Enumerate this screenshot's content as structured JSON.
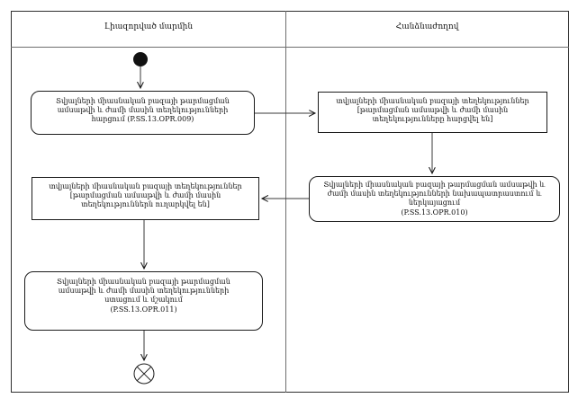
{
  "diagram": {
    "type": "activity-swimlane-flowchart",
    "lanes": [
      {
        "label": "Լիազորված մարմին"
      },
      {
        "label": "Հանձնաժողով"
      }
    ],
    "nodes": [
      {
        "id": "start",
        "kind": "initial-node",
        "lane": 0
      },
      {
        "id": "opr-009",
        "kind": "action",
        "shape": "rounded",
        "lane": 0,
        "label": "Տվյալների միասնական բազայի թարմացման ամսաթվի և ժամի մասին տեղեկությունների հարցում (P.SS.13.OPR.009)"
      },
      {
        "id": "info-requested",
        "kind": "object",
        "shape": "rectangle",
        "lane": 1,
        "label": "տվյալների միասնական բազայի տեղեկություններ [թարմացման ամսաթվի և ժամի մասին տեղեկությունները հարցվել են]"
      },
      {
        "id": "opr-010",
        "kind": "action",
        "shape": "rounded",
        "lane": 1,
        "label": "Տվյալների միասնական բազայի թարմացման ամսաթվի և ժամի մասին տեղեկությունների նախապատրաստում և ներկայացում",
        "code": "(P.SS.13.OPR.010)"
      },
      {
        "id": "info-sent",
        "kind": "object",
        "shape": "rectangle",
        "lane": 0,
        "label": "տվյալների միասնական բազայի տեղեկություններ [թարմացման ամսաթվի և ժամի մասին տեղեկություններն ուղարկվել են]"
      },
      {
        "id": "opr-011",
        "kind": "action",
        "shape": "rounded",
        "lane": 0,
        "label": "Տվյալների միասնական բազայի թարմացման ամսաթվի և ժամի մասին տեղեկությունների ստացում և մշակում",
        "code": "(P.SS.13.OPR.011)"
      },
      {
        "id": "end",
        "kind": "flow-final-node",
        "lane": 0
      }
    ],
    "edges": [
      {
        "from": "start",
        "to": "opr-009"
      },
      {
        "from": "opr-009",
        "to": "info-requested"
      },
      {
        "from": "info-requested",
        "to": "opr-010"
      },
      {
        "from": "opr-010",
        "to": "info-sent"
      },
      {
        "from": "info-sent",
        "to": "opr-011"
      },
      {
        "from": "opr-011",
        "to": "end"
      }
    ],
    "colors": {
      "border": "#2e2e2e",
      "lane_line": "#6e6e6e",
      "node_border": "#1c1c1c",
      "arrow": "#3a3a3a",
      "text": "#111111"
    }
  }
}
